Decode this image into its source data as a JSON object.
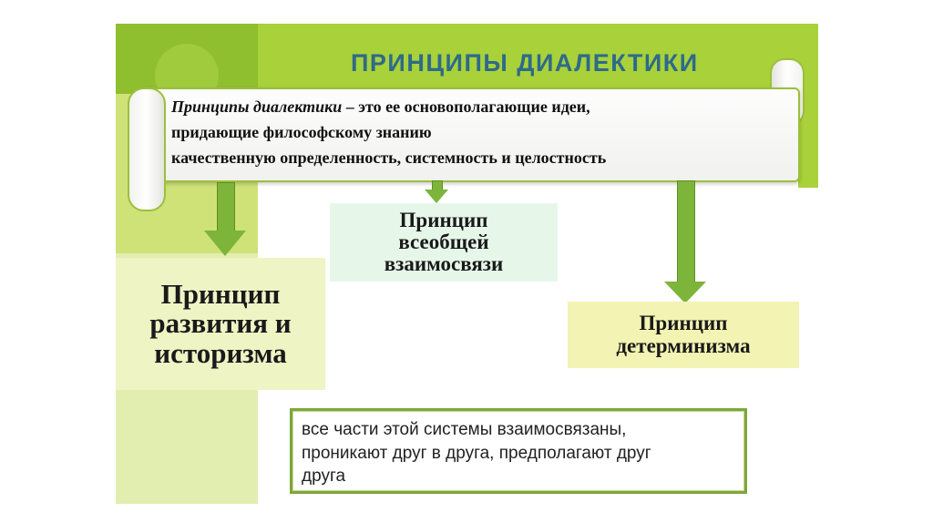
{
  "title": "ПРИНЦИПЫ ДИАЛЕКТИКИ",
  "definition": {
    "term": "Принципы диалектики",
    "line1_rest": " – это ее основополагающие идеи,",
    "line2": "придающие философскому знанию",
    "line3": "качественную определенность, системность и целостность"
  },
  "principles": {
    "universal": [
      "Принцип",
      "всеобщей",
      "взаимосвязи"
    ],
    "development": [
      "Принцип",
      "развития и",
      "историзма"
    ],
    "determinism": [
      "Принцип",
      "детерминизма"
    ]
  },
  "note": {
    "line1": "все части этой системы взаимосвязаны,",
    "line2": "проникают друг в друга, предполагают друг",
    "line3": "друга"
  },
  "colors": {
    "accent_green": "#a8d13a",
    "title_blue": "#2e6a8a",
    "arrow_green": "#7db43a"
  }
}
